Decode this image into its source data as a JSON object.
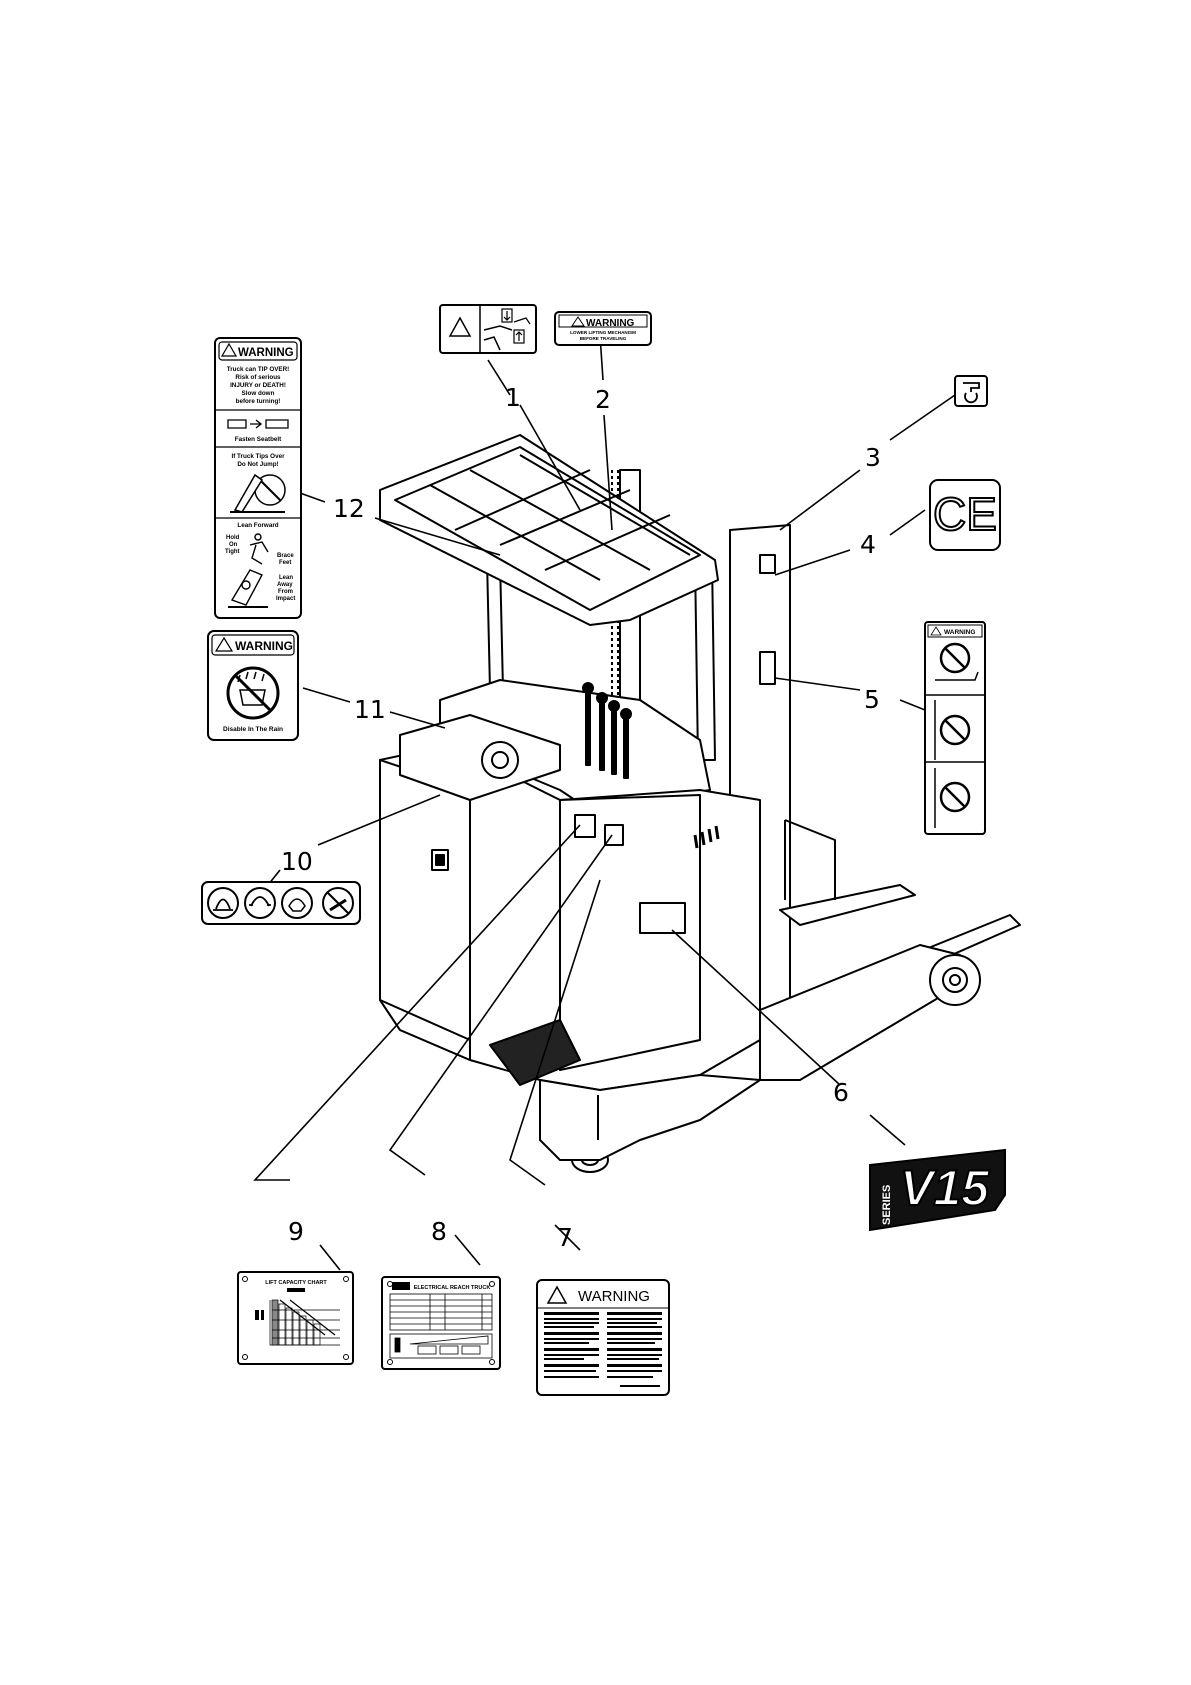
{
  "callouts": [
    "1",
    "2",
    "3",
    "4",
    "5",
    "6",
    "7",
    "8",
    "9",
    "10",
    "11",
    "12"
  ],
  "decal_12": {
    "header": "WARNING",
    "line1": "Truck can TIP OVER!",
    "line2": "Risk of serious",
    "line3": "INJURY or DEATH!",
    "line4": "Slow down",
    "line5": "before turning!",
    "seatbelt": "Fasten Seatbelt",
    "tip1": "If Truck Tips Over",
    "tip2": "Do Not Jump!",
    "lean": "Lean Forward",
    "hold1": "Hold",
    "hold2": "On",
    "hold3": "Tight",
    "brace1": "Brace",
    "brace2": "Feet",
    "away1": "Lean",
    "away2": "Away",
    "away3": "From",
    "away4": "Impact"
  },
  "decal_11": {
    "header": "WARNING",
    "caption": "Disable In The Rain"
  },
  "decal_2": {
    "header": "WARNING",
    "line1": "LOWER LIFTING MECHANISM",
    "line2": "BEFORE TRAVELING"
  },
  "decal_4": {
    "mark": "CE"
  },
  "decal_5": {
    "header": "WARNING"
  },
  "decal_6": {
    "series": "SERIES",
    "model": "V15"
  },
  "decal_7": {
    "header": "WARNING"
  },
  "decal_8": {
    "title": "ELECTRICAL REACH TRUCK"
  },
  "decal_9": {
    "title": "LIFT CAPACITY CHART"
  }
}
